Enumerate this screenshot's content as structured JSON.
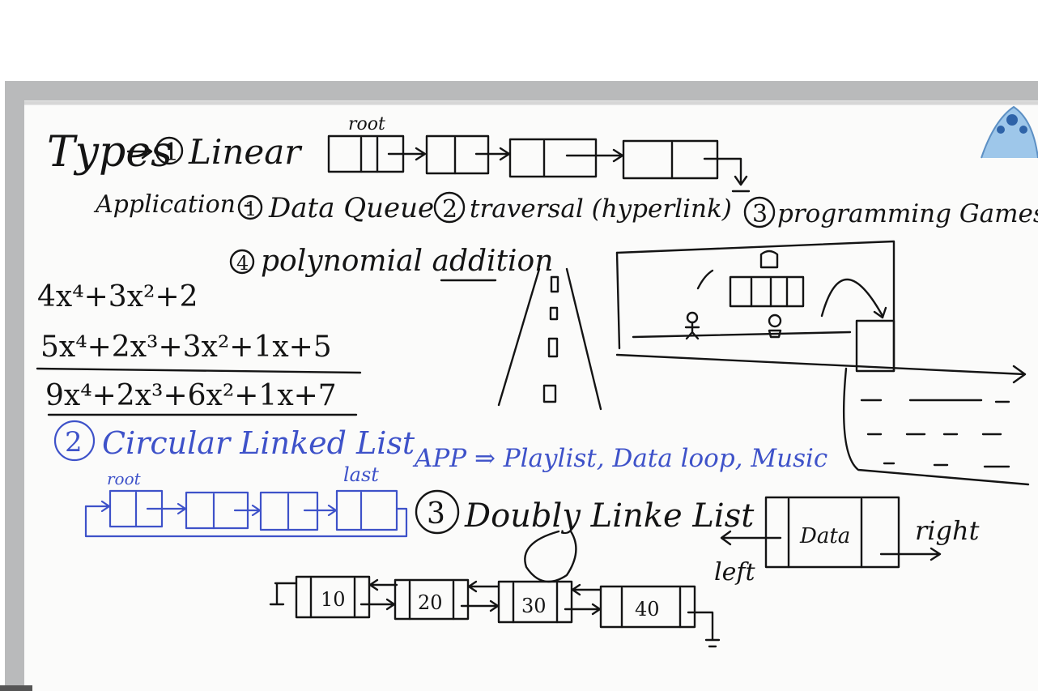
{
  "board": {
    "heading": "Types",
    "linear": {
      "number": "1",
      "label": "Linear",
      "root_label": "root"
    },
    "applications": {
      "label": "Application -",
      "items": [
        {
          "number": "1",
          "text": "Data Queue"
        },
        {
          "number": "2",
          "text": "traversal (hyperlink)"
        },
        {
          "number": "3",
          "text": "programming Games"
        },
        {
          "number": "4",
          "text": "polynomial addition"
        }
      ]
    },
    "polynomial": {
      "line1": "4x⁴+3x²+2",
      "line2": "5x⁴+2x³+3x²+1x+5",
      "line3": "9x⁴+2x³+6x²+1x+7"
    },
    "circular": {
      "number": "2",
      "title": "Circular Linked List",
      "root_label": "root",
      "last_label": "last",
      "app_text": "APP ⇒ Playlist, Data loop, Music"
    },
    "doubly": {
      "number": "3",
      "title": "Doubly Linke List",
      "values": [
        "10",
        "20",
        "30",
        "40"
      ],
      "node_data": "Data",
      "left_label": "left",
      "right_label": "right"
    }
  }
}
